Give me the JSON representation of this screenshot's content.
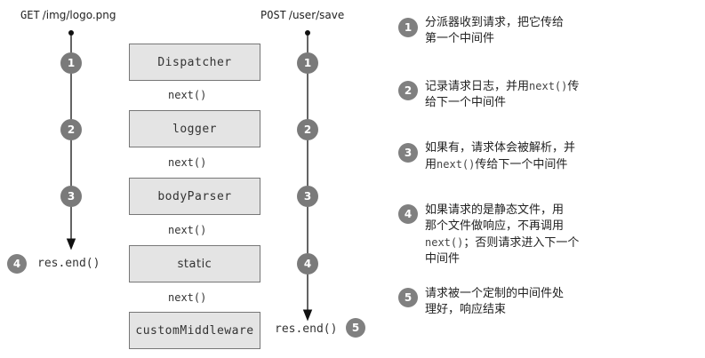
{
  "requests": {
    "left": {
      "method": "GET",
      "path": "/img/logo.png",
      "end": "res.end()",
      "end_step": "4",
      "steps": [
        "1",
        "2",
        "3"
      ]
    },
    "right": {
      "method": "POST",
      "path": "/user/save",
      "end": "res.end()",
      "end_step": "5",
      "steps": [
        "1",
        "2",
        "3",
        "4"
      ]
    }
  },
  "middleware": [
    {
      "name": "Dispatcher"
    },
    {
      "name": "logger"
    },
    {
      "name": "bodyParser"
    },
    {
      "name": "static"
    },
    {
      "name": "customMiddleware"
    }
  ],
  "next_label": "next()",
  "notes": [
    {
      "num": "1",
      "parts": [
        "分派器收到请求，把它传给",
        "第一个中间件"
      ]
    },
    {
      "num": "2",
      "parts": [
        "记录请求日志，并用",
        "next()",
        "传",
        "给下一个中间件"
      ]
    },
    {
      "num": "3",
      "parts": [
        "如果有，请求体会被解析，并",
        "用",
        "next()",
        "传给下一个中间件"
      ]
    },
    {
      "num": "4",
      "parts": [
        "如果请求的是静态文件，用",
        "那个文件做响应，不再调用",
        "next()",
        "；否则请求进入下一个",
        "中间件"
      ]
    },
    {
      "num": "5",
      "parts": [
        "请求被一个定制的中间件处",
        "理好，响应结束"
      ]
    }
  ]
}
